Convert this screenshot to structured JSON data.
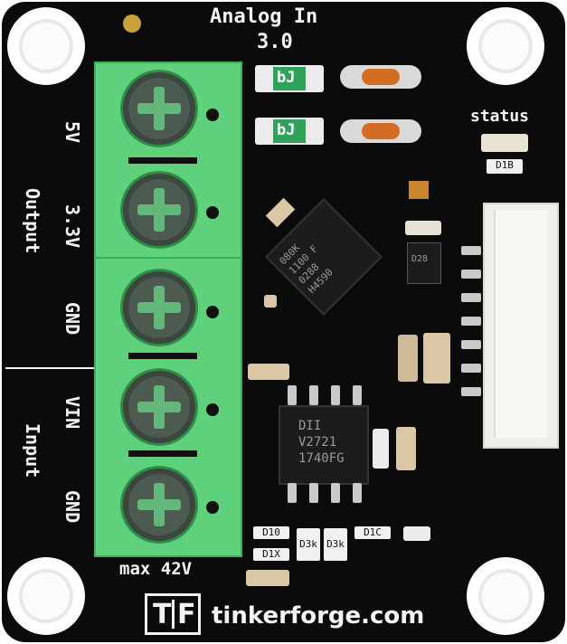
{
  "board": {
    "title_line1": "Analog In",
    "title_line2": "3.0",
    "status_label": "status",
    "pin_labels": [
      "5V",
      "3.3V",
      "GND",
      "VIN",
      "GND"
    ],
    "group_labels": {
      "output": "Output",
      "input": "Input"
    },
    "max_voltage": "max 42V",
    "brand": "tinkerforge.com",
    "logo_letters": {
      "left": "T",
      "right": "F"
    },
    "ic_main": [
      "080K",
      "1100 F",
      "0288",
      "H4590"
    ],
    "ic_opamp": [
      "DII",
      "V2721",
      "1740FG"
    ],
    "small_labels": [
      "bJ",
      "bJ",
      "D1B",
      "D28",
      "D10",
      "D1X",
      "D1C",
      "D3k",
      "D3k"
    ]
  },
  "colors": {
    "pcb": "#0b0b0b",
    "terminal_green": "#5fd17c",
    "silkscreen": "#f4f4f4"
  }
}
